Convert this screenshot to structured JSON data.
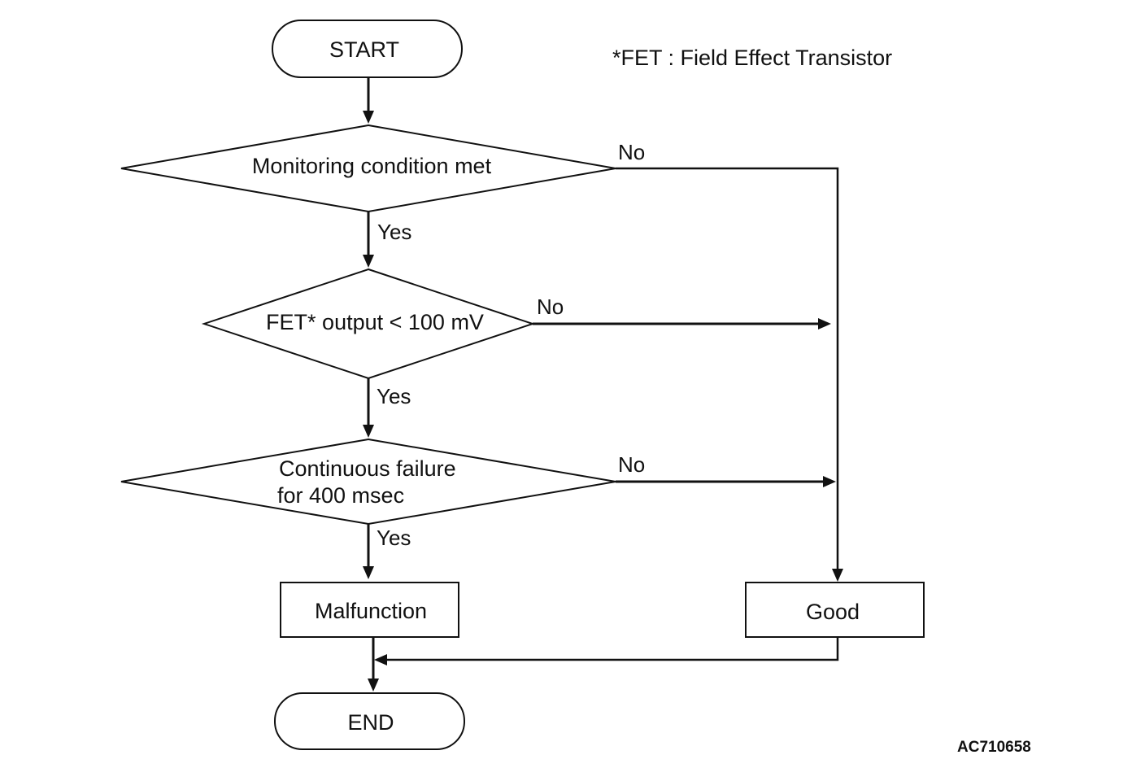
{
  "nodes": {
    "start": "START",
    "monitoring_condition": "Monitoring condition met",
    "fet_output": "FET* output < 100 mV",
    "continuous_failure_line1": "Continuous failure",
    "continuous_failure_line2": "for 400 msec",
    "malfunction": "Malfunction",
    "good": "Good",
    "end": "END"
  },
  "edge_labels": {
    "monitoring_no": "No",
    "monitoring_yes": "Yes",
    "fet_no": "No",
    "fet_yes": "Yes",
    "continuous_no": "No",
    "continuous_yes": "Yes"
  },
  "note": "*FET : Field Effect Transistor",
  "figure_code": "AC710658"
}
